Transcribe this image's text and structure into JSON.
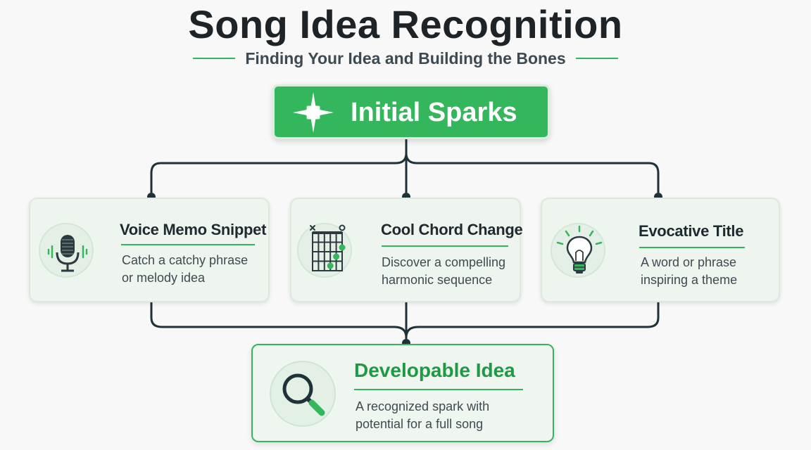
{
  "header": {
    "title": "Song Idea Recognition",
    "subtitle": "Finding Your Idea and Building the Bones"
  },
  "top_node": {
    "label": "Initial Sparks",
    "icon": "sparkle-star-icon"
  },
  "cards": [
    {
      "title": "Voice Memo Snippet",
      "desc_line1": "Catch a catchy phrase",
      "desc_line2": "or melody idea",
      "icon": "microphone-icon"
    },
    {
      "title": "Cool Chord Change",
      "desc_line1": "Discover a compelling",
      "desc_line2": "harmonic sequence",
      "icon": "chord-diagram-icon"
    },
    {
      "title": "Evocative Title",
      "desc_line1": "A word or phrase",
      "desc_line2": "inspiring a theme",
      "icon": "lightbulb-icon"
    }
  ],
  "bottom_node": {
    "title": "Developable Idea",
    "desc_line1": "A recognized spark with",
    "desc_line2": "potential for a full song",
    "icon": "magnifying-glass-icon"
  },
  "colors": {
    "accent_green": "#34b65d",
    "dark_line": "#1f3238",
    "card_bg": "#eef5ef",
    "title_dark": "#1d2326",
    "dev_title_green": "#1e9a44"
  }
}
